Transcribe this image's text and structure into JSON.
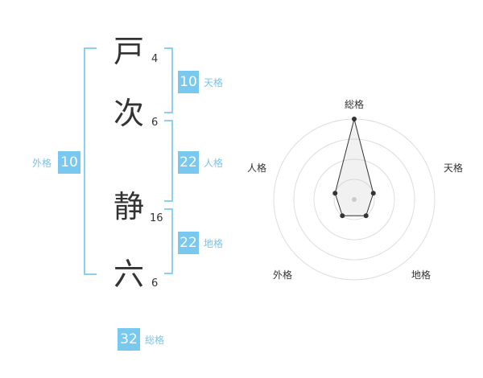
{
  "name": {
    "chars": [
      {
        "char": "戸",
        "strokes": "4"
      },
      {
        "char": "次",
        "strokes": "6"
      },
      {
        "char": "静",
        "strokes": "16"
      },
      {
        "char": "六",
        "strokes": "6"
      }
    ]
  },
  "kakusu": {
    "ten": {
      "label": "天格",
      "value": "10"
    },
    "jin": {
      "label": "人格",
      "value": "22"
    },
    "chi": {
      "label": "地格",
      "value": "22"
    },
    "gai": {
      "label": "外格",
      "value": "10"
    },
    "sou": {
      "label": "総格",
      "value": "32"
    }
  },
  "colors": {
    "accent": "#78c8f0",
    "bracket": "#8ccfee",
    "label": "#7cc3ea"
  },
  "chart_data": {
    "type": "radar",
    "axes": [
      "総格",
      "天格",
      "地格",
      "外格",
      "人格"
    ],
    "values": [
      4,
      1,
      1,
      1,
      1
    ],
    "max": 4,
    "rings": 4
  }
}
